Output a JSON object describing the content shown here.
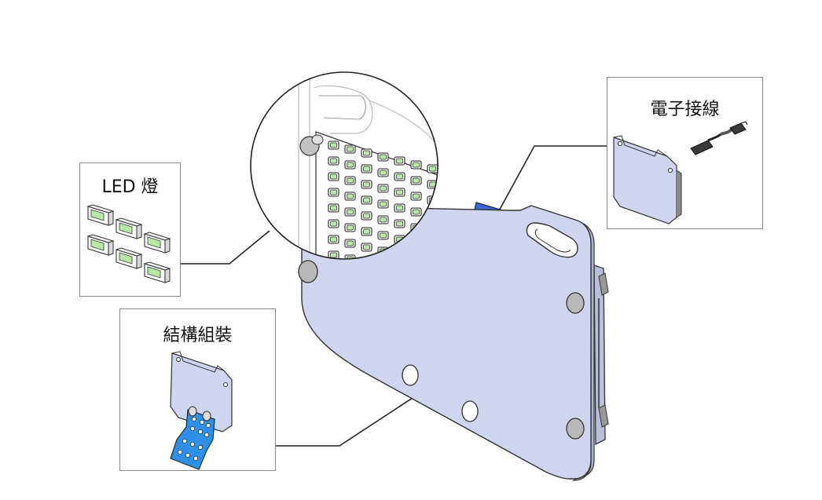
{
  "callouts": {
    "led": {
      "label": "LED 燈",
      "icon": "led-icon"
    },
    "structure": {
      "label": "結構組裝",
      "icon": "bracket-assembly-icon"
    },
    "wiring": {
      "label": "電子接線",
      "icon": "connector-cable-icon"
    }
  },
  "colors": {
    "panel_fill": "#cfd5ee",
    "panel_stroke": "#3a3a3a",
    "led_green": "#b9e8a4",
    "bracket_blue": "#2f8fe6",
    "connector_blue": "#3a66d6",
    "callout_border": "#8a8a8a"
  }
}
